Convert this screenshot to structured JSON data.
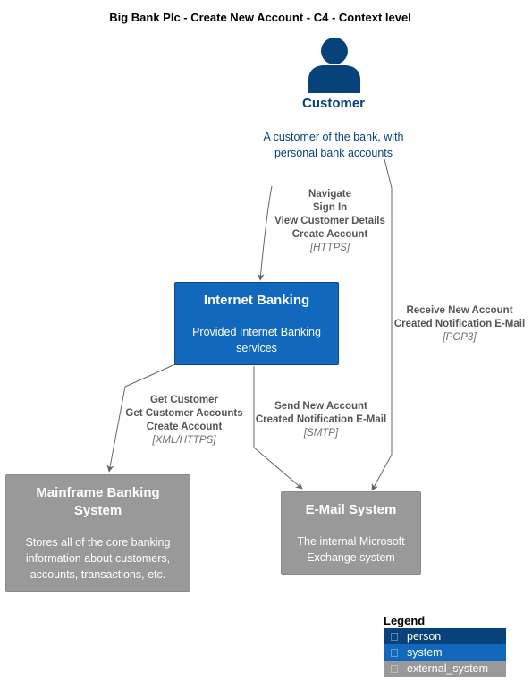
{
  "title": "Big Bank Plc - Create New Account - C4 - Context level",
  "person": {
    "name": "Customer",
    "description": [
      "A customer of the bank, with",
      "personal bank accounts"
    ],
    "icon": "person-icon",
    "color": "#08427b"
  },
  "systems": {
    "internet_banking": {
      "name": "Internet Banking",
      "description": [
        "Provided Internet Banking",
        "services"
      ],
      "color": "#1168bd"
    },
    "mainframe": {
      "name": [
        "Mainframe Banking",
        "System"
      ],
      "description": [
        "Stores all of the core banking",
        "information about customers,",
        "accounts, transactions, etc."
      ],
      "color": "#999999"
    },
    "email": {
      "name": "E-Mail System",
      "description": [
        "The internal Microsoft",
        "Exchange system"
      ],
      "color": "#999999"
    }
  },
  "relationships": {
    "customer_to_ib": {
      "labels": [
        "Navigate",
        "Sign In",
        "View Customer Details",
        "Create Account"
      ],
      "technology": "[HTTPS]"
    },
    "email_to_customer": {
      "labels": [
        "Receive New Account",
        "Created Notification E-Mail"
      ],
      "technology": "[POP3]"
    },
    "ib_to_mainframe": {
      "labels": [
        "Get Customer",
        "Get Customer Accounts",
        "Create Account"
      ],
      "technology": "[XML/HTTPS]"
    },
    "ib_to_email": {
      "labels": [
        "Send New Account",
        "Created Notification E-Mail"
      ],
      "technology": "[SMTP]"
    }
  },
  "legend": {
    "title": "Legend",
    "items": [
      {
        "label": "person",
        "color": "#08427b"
      },
      {
        "label": "system",
        "color": "#1168bd"
      },
      {
        "label": "external_system",
        "color": "#999999"
      }
    ]
  }
}
